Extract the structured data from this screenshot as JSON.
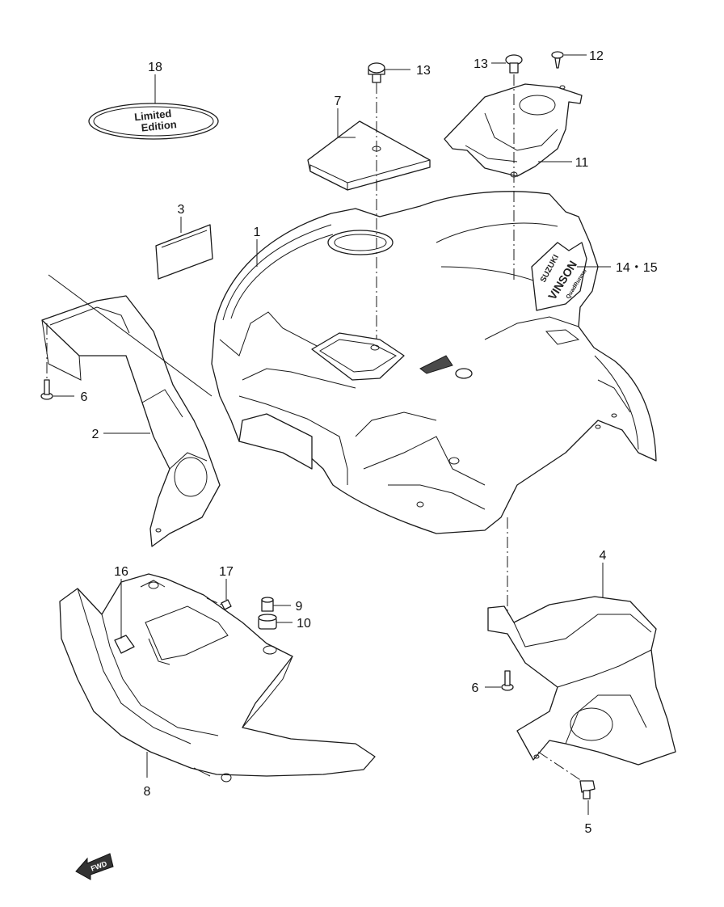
{
  "diagram": {
    "callouts": {
      "c1": "1",
      "c2": "2",
      "c3": "3",
      "c4": "4",
      "c5": "5",
      "c6a": "6",
      "c6b": "6",
      "c7": "7",
      "c8": "8",
      "c9": "9",
      "c10": "10",
      "c11": "11",
      "c12": "12",
      "c13a": "13",
      "c13b": "13",
      "c14_15": "14・15",
      "c16": "16",
      "c17": "17",
      "c18": "18"
    },
    "emblem": {
      "line1": "Limited",
      "line2": "Edition"
    },
    "decal": {
      "brand": "SUZUKI",
      "model": "VINSON",
      "sub": "QuadRunner"
    },
    "fwd_label": "FWD"
  }
}
